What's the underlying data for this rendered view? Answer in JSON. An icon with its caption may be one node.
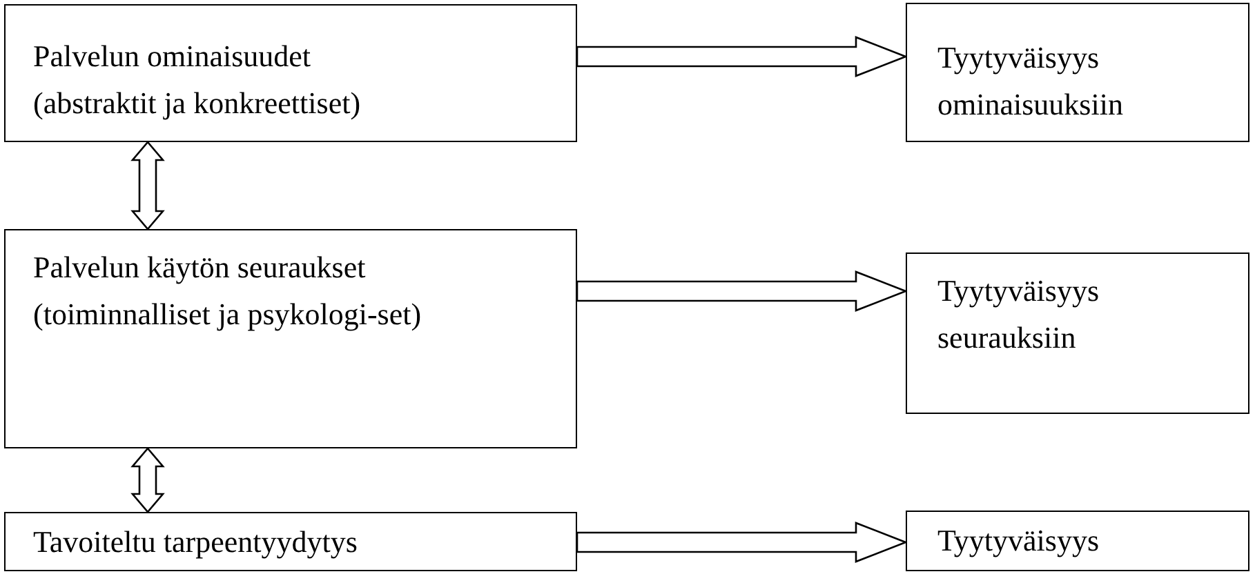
{
  "diagram": {
    "nodes": [
      {
        "text": [
          "Palvelun ominaisuudet",
          "(abstraktit ja konkreettiset)"
        ]
      },
      {
        "text": [
          "Palvelun käytön seuraukset",
          "(toiminnalliset ja psykologi-set)"
        ]
      },
      {
        "text": [
          "Tavoiteltu tarpeentyydytys"
        ]
      },
      {
        "text": [
          "Tyytyväisyys ominaisuuksiin"
        ]
      },
      {
        "text": [
          "Tyytyväisyys seurauksiin"
        ]
      },
      {
        "text": [
          "Tyytyväisyys"
        ]
      }
    ],
    "edges": [
      {
        "from": 0,
        "to": 3,
        "arrow": "to"
      },
      {
        "from": 1,
        "to": 4,
        "arrow": "to"
      },
      {
        "from": 2,
        "to": 5,
        "arrow": "to"
      },
      {
        "from": 0,
        "to": 1,
        "arrow": "both"
      },
      {
        "from": 1,
        "to": 2,
        "arrow": "both"
      }
    ]
  }
}
